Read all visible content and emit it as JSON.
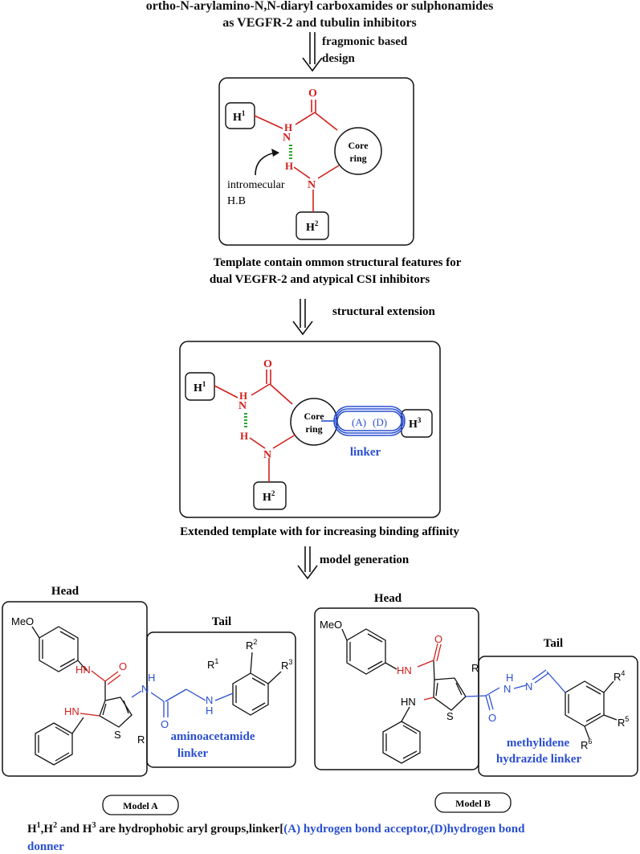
{
  "header": {
    "line1": "ortho-N-arylamino-N,N-diaryl carboxamides or sulphonamides",
    "line2": "as VEGFR-2 and tubulin inhibitors"
  },
  "arrow1": {
    "label1": "fragmonic based",
    "label2": "design"
  },
  "template1": {
    "h1": "H",
    "h1_sup": "1",
    "h2": "H",
    "h2_sup": "2",
    "o": "O",
    "nh_n": "N",
    "nh_h": "H",
    "nh2_h": "H",
    "n": "N",
    "core1": "Core",
    "core2": "ring",
    "hb1": "intromecular",
    "hb2": "H.B",
    "caption1": "Template contain ommon structural features  for",
    "caption2": "dual VEGFR-2 and  atypical CSI inhibitors"
  },
  "arrow2": {
    "label": "structural extension"
  },
  "template2": {
    "h1": "H",
    "h1_sup": "1",
    "h2": "H",
    "h2_sup": "2",
    "h3": "H",
    "h3_sup": "3",
    "o": "O",
    "nh_n": "N",
    "nh_h": "H",
    "nh2_h": "H",
    "n": "N",
    "core1": "Core",
    "core2": "ring",
    "a": "A",
    "d": "D",
    "linker": "linker",
    "caption": "Extended template with for increasing binding affinity"
  },
  "arrow3": {
    "label": "model generation"
  },
  "modelA": {
    "head": "Head",
    "tail": "Tail",
    "meo": "MeO",
    "hn1": "HN",
    "o1": "O",
    "hn2": "HN",
    "s": "S",
    "r": "R",
    "h_n": "H",
    "n_amide": "N",
    "o2": "O",
    "nh_h": "H",
    "nh_n": "N",
    "r1": "R",
    "r1_sup": "1",
    "r2": "R",
    "r2_sup": "2",
    "r3": "R",
    "r3_sup": "3",
    "linker1": "aminoacetamide",
    "linker2": "linker",
    "label": "Model A"
  },
  "modelB": {
    "head": "Head",
    "tail": "Tail",
    "meo": "MeO",
    "hn1": "HN",
    "o1": "O",
    "hn2": "HN",
    "s": "S",
    "r": "R",
    "hn_h": "H",
    "hn_n": "N",
    "n2": "N",
    "o2": "O",
    "r4": "R",
    "r4_sup": "4",
    "r5": "R",
    "r5_sup": "5",
    "r6": "R",
    "r6_sup": "6",
    "linker1": "methylidene",
    "linker2": "hydrazide linker",
    "label": "Model B"
  },
  "footer": {
    "h": "H",
    "s1": "1",
    "sep1": ",H",
    "s2": "2",
    "and": " and H",
    "s3": "3",
    "black": " are hydrophobic aryl groups,linker[",
    "blue1": "(A) hydrogen bond acceptor,(D)hydrogen bond",
    "blue2": "donner"
  },
  "colors": {
    "red": "#d0201c",
    "blue": "#2a4fd0",
    "green": "#2fa832",
    "black": "#111111"
  }
}
